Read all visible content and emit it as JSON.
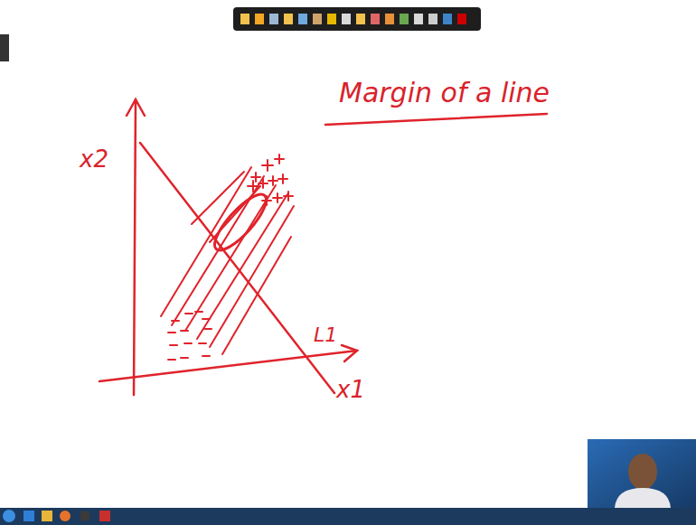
{
  "diagram": {
    "title": "Margin of a line",
    "labels": [
      "x2",
      "x1",
      "L1"
    ]
  }
}
